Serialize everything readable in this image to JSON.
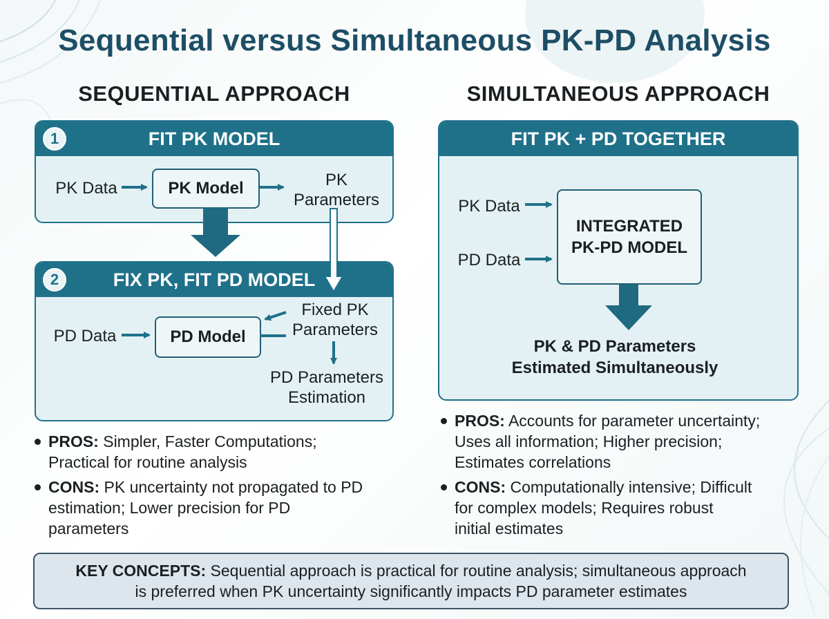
{
  "title": "Sequential versus Simultaneous PK-PD Analysis",
  "sequential": {
    "heading": "SEQUENTIAL APPROACH",
    "step1": {
      "number": "1",
      "header": "FIT PK MODEL",
      "input": "PK Data",
      "model": "PK Model",
      "output_line1": "PK",
      "output_line2": "Parameters"
    },
    "step2": {
      "number": "2",
      "header": "FIX PK, FIT PD MODEL",
      "input": "PD Data",
      "model": "PD Model",
      "fixed_line1": "Fixed PK",
      "fixed_line2": "Parameters",
      "output_line1": "PD Parameters",
      "output_line2": "Estimation"
    },
    "pros_label": "PROS:",
    "pros_line1": "Simpler, Faster Computations;",
    "pros_line2": "Practical for routine analysis",
    "cons_label": "CONS:",
    "cons_line1": "PK uncertainty not propagated to PD",
    "cons_line2": "estimation; Lower precision for PD",
    "cons_line3": "parameters"
  },
  "simultaneous": {
    "heading": "SIMULTANEOUS APPROACH",
    "header": "FIT PK + PD TOGETHER",
    "input1": "PK Data",
    "input2": "PD Data",
    "model_line1": "INTEGRATED",
    "model_line2": "PK-PD MODEL",
    "output_line1": "PK & PD Parameters",
    "output_line2": "Estimated Simultaneously",
    "pros_label": "PROS:",
    "pros_line1": "Accounts for parameter uncertainty;",
    "pros_line2": "Uses all information; Higher precision;",
    "pros_line3": "Estimates correlations",
    "cons_label": "CONS:",
    "cons_line1": "Computationally intensive; Difficult",
    "cons_line2": "for complex models; Requires robust",
    "cons_line3": "initial estimates"
  },
  "key_concepts": {
    "label": "KEY CONCEPTS:",
    "line1": "Sequential approach is practical for routine analysis; simultaneous approach",
    "line2": "is preferred when PK uncertainty significantly impacts PD parameter estimates"
  },
  "colors": {
    "header_teal": "#1f7189",
    "title_navy": "#1d4e66",
    "panel_bg": "#e4f1f4",
    "key_bg": "#dde6ec"
  }
}
